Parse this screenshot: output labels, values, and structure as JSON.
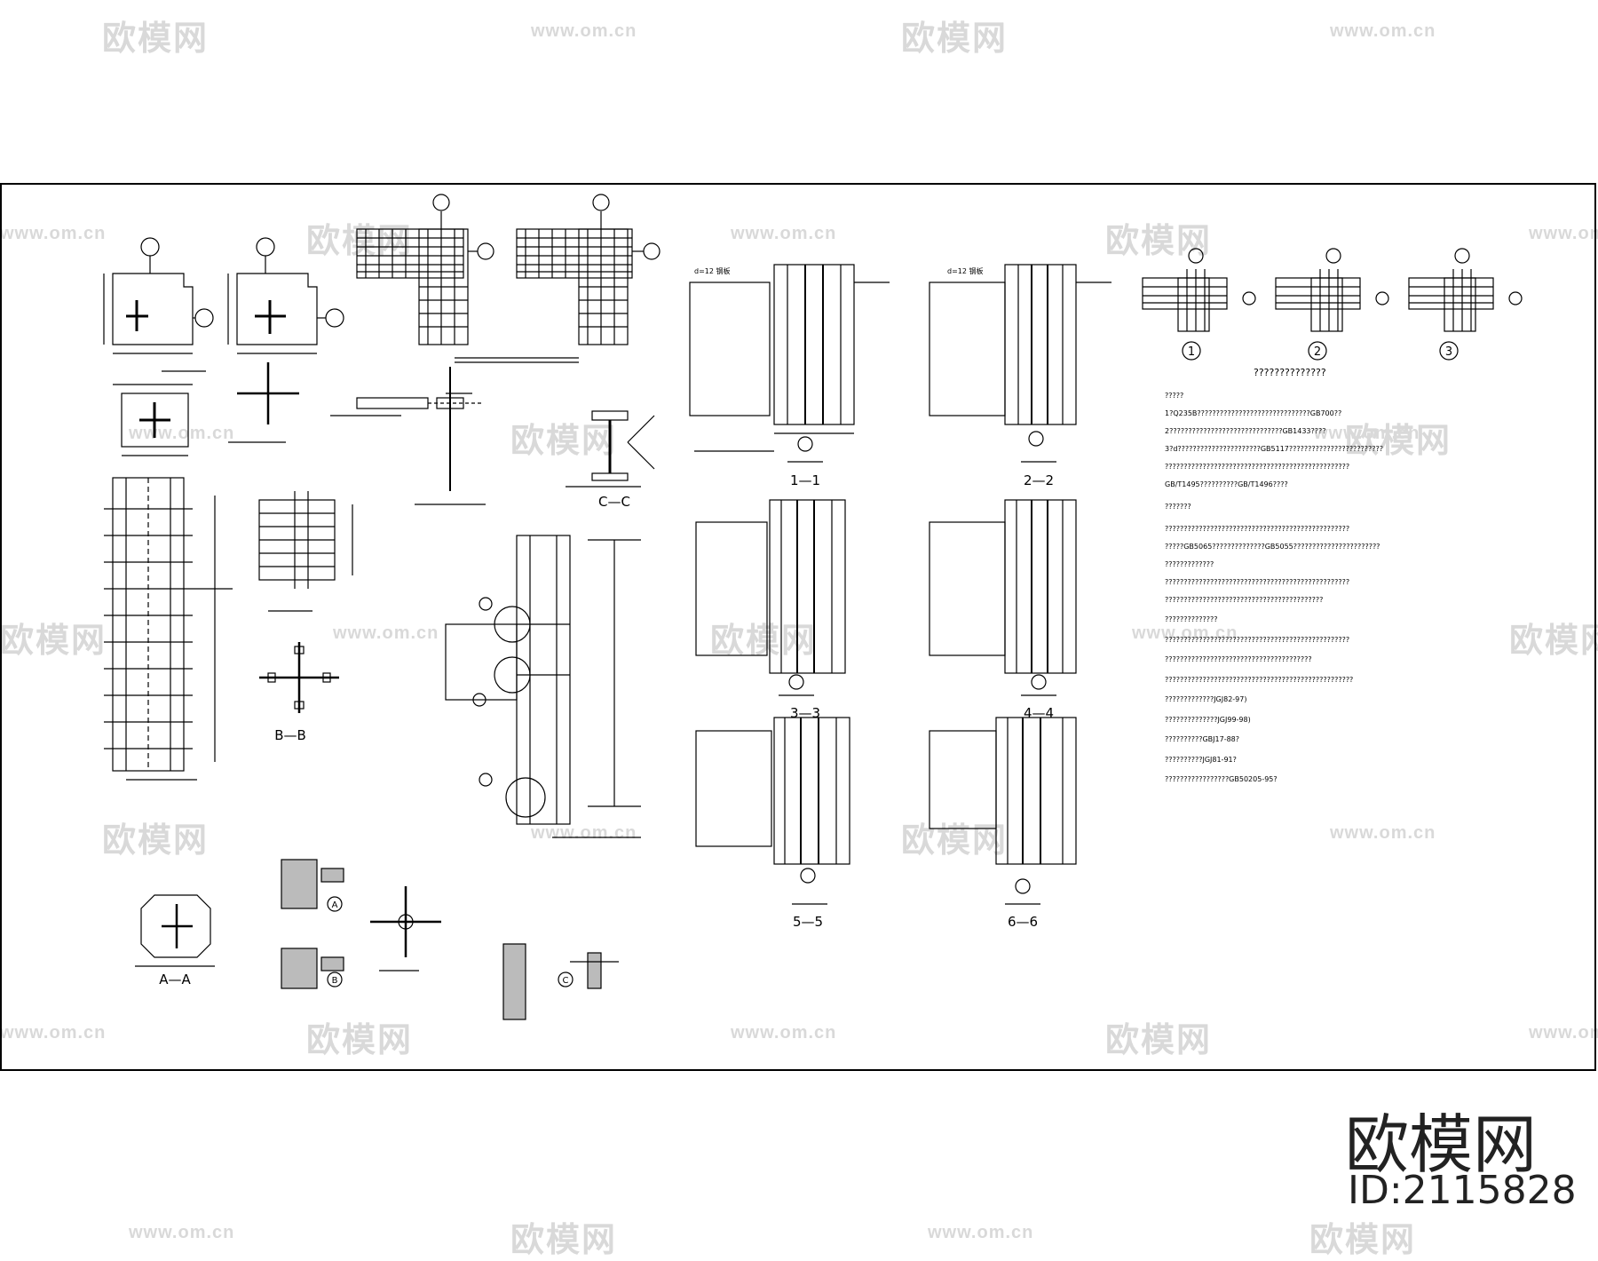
{
  "watermark": {
    "brand": "欧模网",
    "url": "www.om.cn"
  },
  "brand_mark": {
    "logo_text": "欧模网",
    "id_text": "ID:2115828"
  },
  "drawing": {
    "section_labels": [
      "1—1",
      "2—2",
      "3—3",
      "4—4",
      "5—5",
      "6—6",
      "A—A",
      "B—B",
      "C—C"
    ],
    "detail_markers": [
      "A",
      "B",
      "C"
    ],
    "circle_numbers": [
      "1",
      "2",
      "3"
    ],
    "leader_note": "d=12 钢板",
    "notes_heading": "??????????????",
    "notes_lines": [
      "?????",
      "1?Q235B??????????????????????????????GB700??",
      "2??????????????????????????????GB1433????",
      "3?d??????????????????????GB5117?????????????????????????",
      "  ?????????????????????????????????????????????????",
      "     GB/T1495??????????GB/T1496????",
      "???????",
      "     ?????????????????????????????????????????????????",
      "?????GB5065??????????????GB5055???????????????????????",
      "?????????????",
      "     ?????????????????????????????????????????????????",
      "     ??????????????????????????????????????????",
      "     ??????????????",
      "     ?????????????????????????????????????????????????",
      "     ???????????????????????????????????????",
      "     ??????????????????????????????????????????????????",
      "     ?????????????JGJ82-97)",
      "     ??????????????JGJ99-98)",
      "     ??????????GBJ17-88?",
      "     ??????????JGJ81-91?",
      "     ?????????????????GB50205-95?"
    ]
  }
}
